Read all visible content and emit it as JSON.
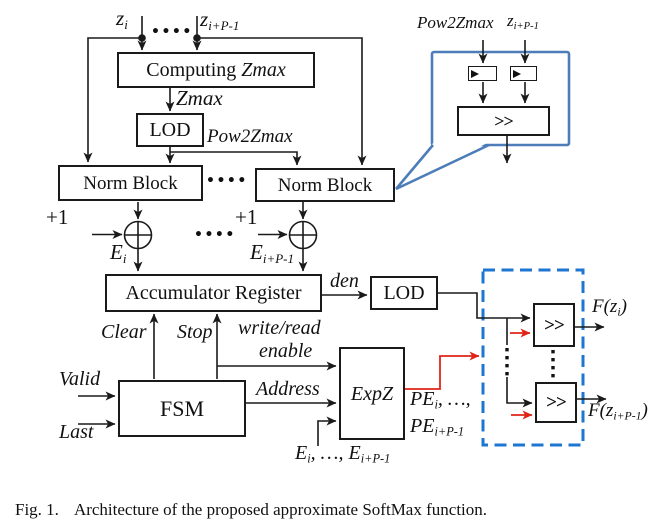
{
  "caption": {
    "fig_label": "Fig. 1.",
    "text": "Architecture of the proposed approximate SoftMax function."
  },
  "colors": {
    "line": "#1a1a1a",
    "callout_blue": "#4d7db8",
    "dashed_blue": "#1c76d2",
    "red": "#e02418"
  },
  "top": {
    "z_i": {
      "base": "z",
      "sub": "i"
    },
    "dots": "••••",
    "z_ip": {
      "base": "z",
      "sub": "i+P-1"
    },
    "computing": {
      "plain": "Computing ",
      "italic": "Zmax"
    },
    "zmax": "Zmax",
    "lod": "LOD",
    "pow2zmax": "Pow2Zmax",
    "norm_left": "Norm Block",
    "norm_dots": "••••",
    "norm_right": "Norm Block"
  },
  "inset": {
    "pow2zmax": "Pow2Zmax",
    "z_ip": {
      "base": "z",
      "sub": "i+P-1"
    },
    "shift": ">>"
  },
  "adders": {
    "plus1_left": "+1",
    "plus1_right": "+1",
    "dots": "••••",
    "e_i": {
      "base": "E",
      "sub": "i"
    },
    "e_ip": {
      "base": "E",
      "sub": "i+P-1"
    }
  },
  "mid": {
    "accumulator": "Accumulator Register",
    "den": "den",
    "lod": "LOD",
    "clear": "Clear",
    "stop": "Stop",
    "write_read": "write/read",
    "enable": "enable"
  },
  "control": {
    "valid": "Valid",
    "last": "Last",
    "fsm": "FSM",
    "address": "Address",
    "expz": "ExpZ",
    "pe1": {
      "base": "PE",
      "sub": "i",
      "tail": ", …,"
    },
    "pe2": {
      "base": "PE",
      "sub": "i+P-1"
    },
    "elist": {
      "b1": "E",
      "s1": "i",
      "mid": ", …, ",
      "b2": "E",
      "s2": "i+P-1"
    }
  },
  "out": {
    "shift1": ">>",
    "shift2": ">>",
    "f1": {
      "pre": "F(z",
      "sub": "i",
      "post": ")"
    },
    "f2": {
      "pre": "F(z",
      "sub": "i+P-1",
      "post": ")"
    }
  }
}
